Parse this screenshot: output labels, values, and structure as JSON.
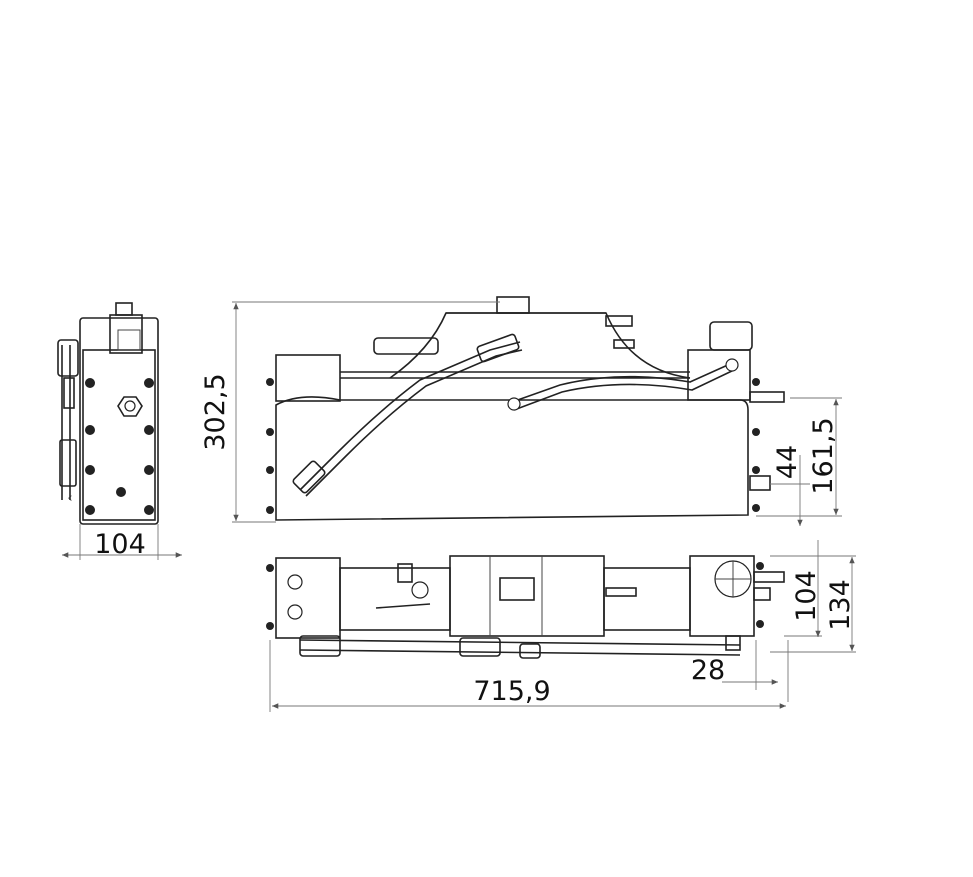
{
  "dimensions": {
    "side_width": "104",
    "front_height": "302,5",
    "port_offset": "44",
    "right_height": "161,5",
    "top_depth_inner": "104",
    "top_depth_outer": "134",
    "offset_small": "28",
    "total_length": "715,9"
  },
  "nav": {
    "prev_glyph": "‹"
  }
}
